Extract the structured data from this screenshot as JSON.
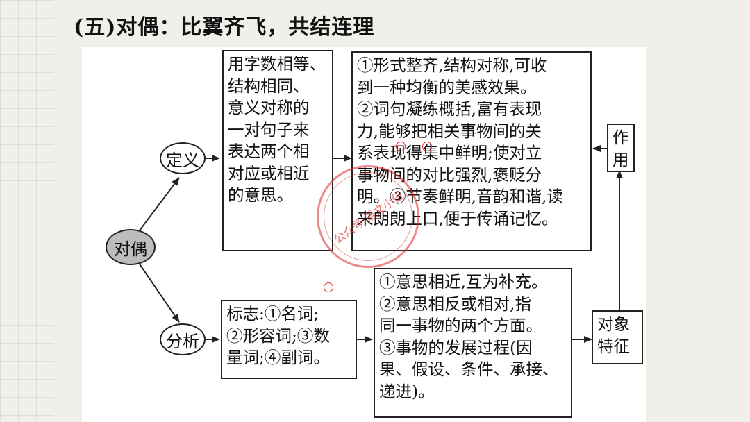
{
  "title": "(五)对偶：比翼齐飞，共结连理",
  "diagram": {
    "root": "对偶",
    "definition_node": "定义",
    "analysis_node": "分析",
    "definition_text": "用字数相等、\n结构相同、\n意义对称的\n一对句子来\n表达两个相\n对应或相近\n的意思。",
    "function_text": "①形式整齐,结构对称,可收\n到一种均衡的美感效果。\n②词句凝练概括,富有表现\n力,能够把相关事物间的关\n系表现得集中鲜明;使对立\n事物间的对比强烈,褒贬分\n明。③节奏鲜明,音韵和谐,读\n来朗朗上口,便于传诵记忆。",
    "function_label": "作\n用",
    "marker_text": "标志:①名词;\n②形容词;③数\n量词;④副词。",
    "object_text": "①意思相近,互为补充。\n②意思相反或相对,指\n同一事物的两个方面。\n③事物的发展过程(因\n果、假设、条件、承接、\n递进)。",
    "object_label": "对象\n特征"
  },
  "watermark": {
    "text": "公众号:语文小伍",
    "color": "#dc2828"
  }
}
